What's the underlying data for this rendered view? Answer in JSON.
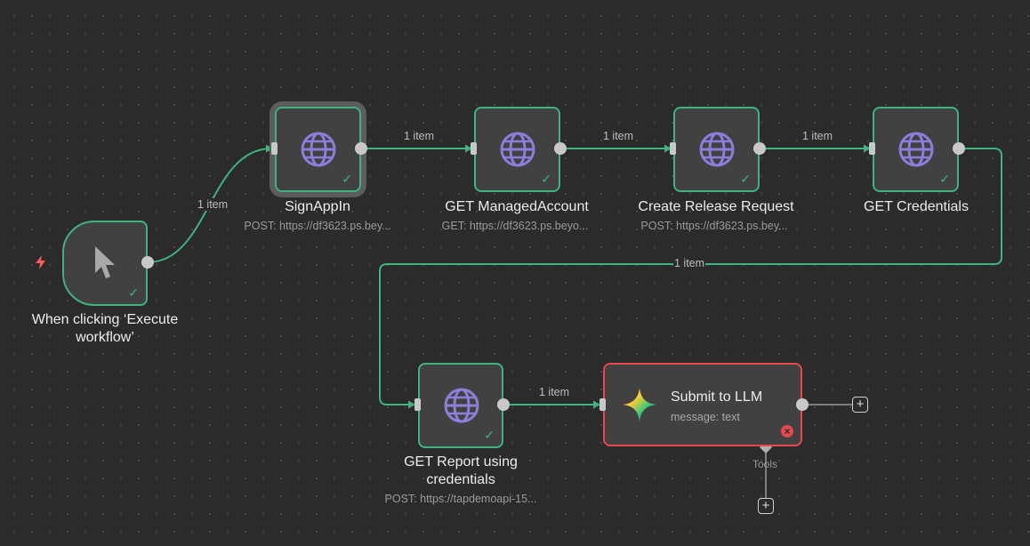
{
  "colors": {
    "canvas": "#2b2b2b",
    "success": "#3fb27f",
    "error": "#e5484d",
    "node": "#414141",
    "handle": "#c8c8c8",
    "icon": "#8b7fd9"
  },
  "nodes": {
    "trigger": {
      "title": "When clicking ‘Execute workflow’",
      "icon": "cursor-icon"
    },
    "sign_app_in": {
      "title": "SignAppIn",
      "subtitle": "POST: https://df3623.ps.bey...",
      "icon": "globe-icon"
    },
    "get_managed_account": {
      "title": "GET ManagedAccount",
      "subtitle": "GET: https://df3623.ps.beyo...",
      "icon": "globe-icon"
    },
    "create_release_request": {
      "title": "Create Release Request",
      "subtitle": "POST: https://df3623.ps.bey...",
      "icon": "globe-icon"
    },
    "get_credentials": {
      "title": "GET Credentials",
      "icon": "globe-icon"
    },
    "get_report": {
      "title": "GET Report using credentials",
      "subtitle": "POST: https://tapdemoapi-15...",
      "icon": "globe-icon"
    },
    "submit_llm": {
      "title": "Submit to LLM",
      "subtitle": "message: text",
      "icon": "gemini-sparkle-icon"
    }
  },
  "edges": {
    "label_1": "1 item",
    "label_2": "1 item",
    "label_3": "1 item",
    "label_4": "1 item",
    "label_5": "1 item",
    "label_6": "1 item"
  },
  "tools": {
    "label": "Tools"
  },
  "buttons": {
    "plus": "+"
  }
}
